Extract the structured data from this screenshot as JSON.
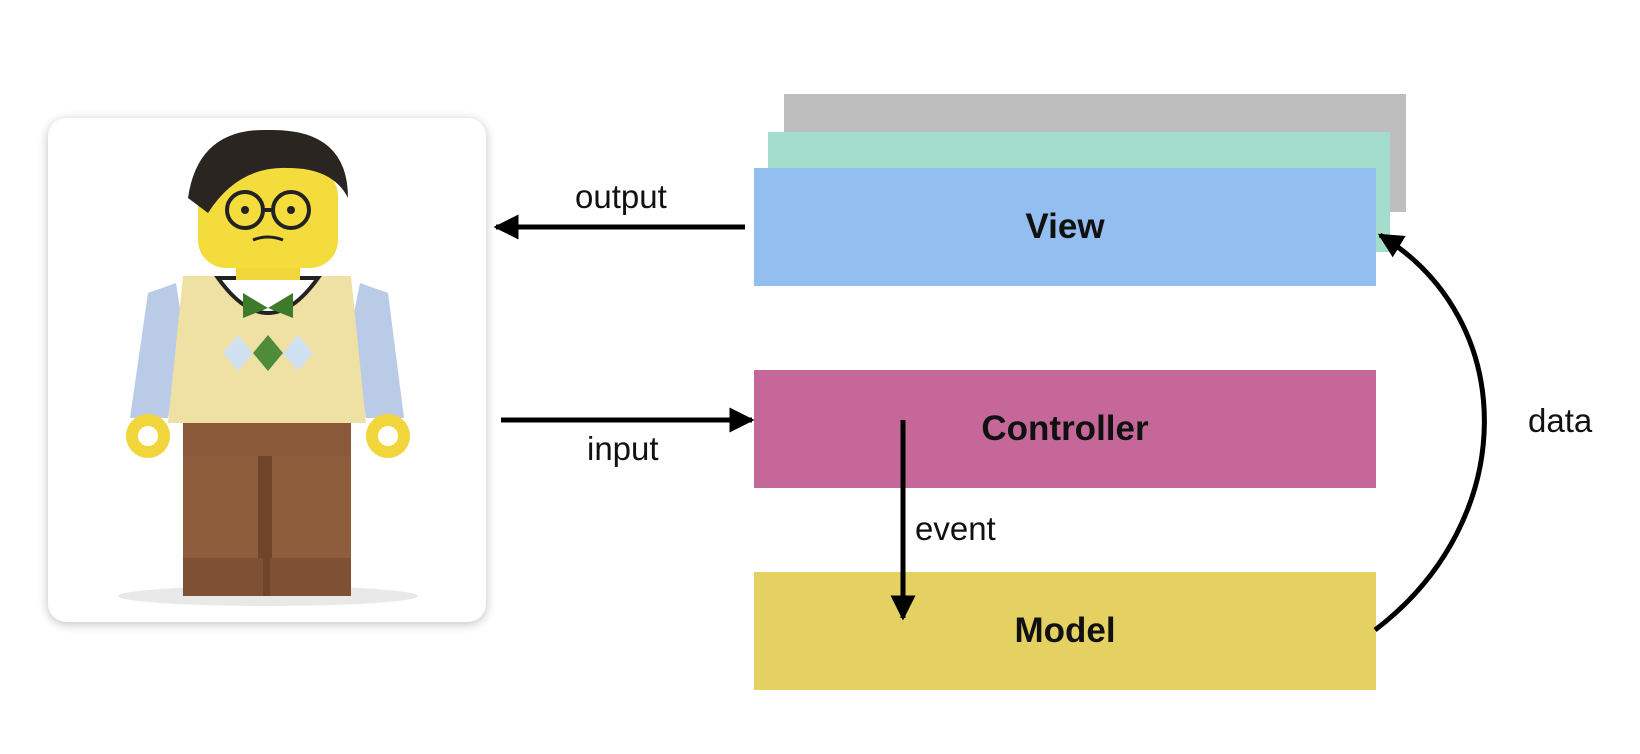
{
  "diagram": {
    "nodes": {
      "view": {
        "label": "View",
        "color": "#92bff0",
        "stack_colors": [
          "#a5ddcd",
          "#bebebe"
        ]
      },
      "controller": {
        "label": "Controller",
        "color": "#c56799"
      },
      "model": {
        "label": "Model",
        "color": "#e5d162"
      }
    },
    "user_image": {
      "icon": "lego-minifigure-user"
    },
    "edges": [
      {
        "from": "view",
        "to": "user",
        "label": "output"
      },
      {
        "from": "user",
        "to": "controller",
        "label": "input"
      },
      {
        "from": "controller",
        "to": "model",
        "label": "event"
      },
      {
        "from": "model",
        "to": "view",
        "label": "data"
      }
    ]
  }
}
